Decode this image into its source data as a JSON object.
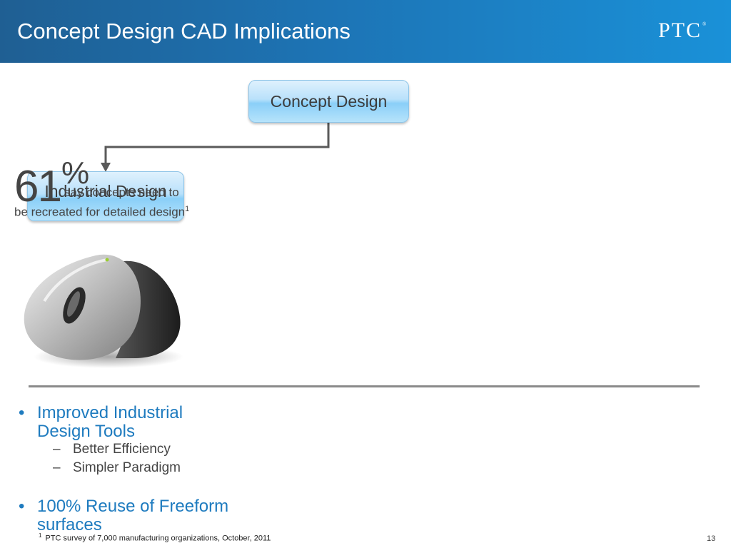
{
  "slide": {
    "title": "Concept Design CAD Implications",
    "logo_text": "PTC",
    "logo_mark": "®",
    "page_number": "13"
  },
  "diagram": {
    "top_box": "Concept Design",
    "bottom_box": "Industrial Design"
  },
  "stat": {
    "number": "61",
    "percent": "%",
    "line1": "say concepts need to",
    "line2": "be recreated for detailed design",
    "footnote_ref": "1"
  },
  "image": {
    "icon": "computer-mouse-icon"
  },
  "bullets": [
    {
      "dot": "•",
      "text": "Improved Industrial Design Tools",
      "subitems": [
        {
          "dash": "–",
          "text": "Better Efficiency"
        },
        {
          "dash": "–",
          "text": "Simpler Paradigm"
        }
      ]
    },
    {
      "dot": "•",
      "text": "100% Reuse of Freeform surfaces",
      "subitems": []
    }
  ],
  "footnote": {
    "mark": "1",
    "text": "PTC survey of 7,000 manufacturing organizations, October, 2011"
  },
  "colors": {
    "header_dark": "#1f5f93",
    "header_light": "#1a91d8",
    "bullet_blue": "#1e7bbf",
    "box_blue": "#8acff8"
  }
}
